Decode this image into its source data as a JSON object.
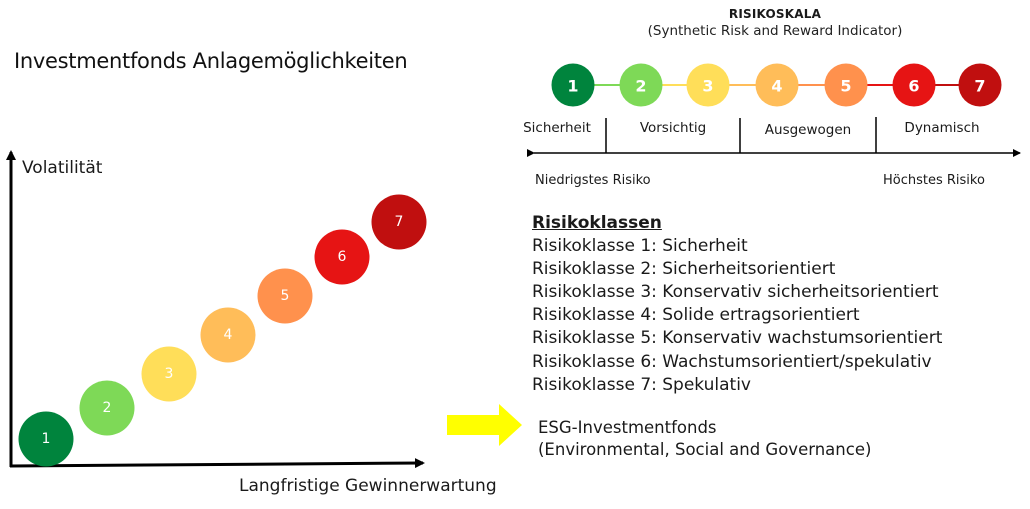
{
  "left_panel": {
    "title": "Investmentfonds Anlagemöglichkeiten",
    "y_axis_label": "Volatilität",
    "x_axis_label": "Langfristige Gewinnerwartung",
    "risk_dots": [
      {
        "label": "1",
        "color": "#00843d"
      },
      {
        "label": "2",
        "color": "#7ed957"
      },
      {
        "label": "3",
        "color": "#ffde59"
      },
      {
        "label": "4",
        "color": "#ffbd59"
      },
      {
        "label": "5",
        "color": "#ff914d"
      },
      {
        "label": "6",
        "color": "#e61414"
      },
      {
        "label": "7",
        "color": "#c00f0f"
      }
    ]
  },
  "risk_scale": {
    "title": "RISIKOSKALA",
    "subtitle": "(Synthetic Risk and Reward Indicator)",
    "levels": [
      {
        "label": "1",
        "color": "#00843d"
      },
      {
        "label": "2",
        "color": "#7ed957"
      },
      {
        "label": "3",
        "color": "#ffde59"
      },
      {
        "label": "4",
        "color": "#ffbd59"
      },
      {
        "label": "5",
        "color": "#ff914d"
      },
      {
        "label": "6",
        "color": "#e61414"
      },
      {
        "label": "7",
        "color": "#c00f0f"
      }
    ],
    "categories": [
      "Sicherheit",
      "Vorsichtig",
      "Ausgewogen",
      "Dynamisch"
    ],
    "low_end_label": "Niedrigstes Risiko",
    "high_end_label": "Höchstes Risiko"
  },
  "risk_classes": {
    "heading": "Risikoklassen",
    "items": [
      "Risikoklasse 1: Sicherheit",
      "Risikoklasse 2: Sicherheitsorientiert",
      "Risikoklasse 3: Konservativ sicherheitsorientiert",
      "Risikoklasse 4: Solide ertragsorientiert",
      "Risikoklasse 5: Konservativ wachstumsorientiert",
      "Risikoklasse 6: Wachstumsorientiert/spekulativ",
      "Risikoklasse 7: Spekulativ"
    ]
  },
  "esg": {
    "arrow_color": "#ffff00",
    "line1": "ESG-Investmentfonds",
    "line2": "(Environmental, Social and Governance)"
  }
}
